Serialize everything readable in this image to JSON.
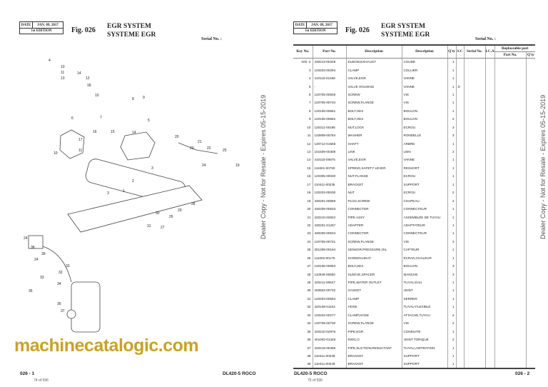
{
  "header": {
    "date_label": "DATE",
    "date": "JAN. 09, 2017",
    "edition": "1st EDITION",
    "fig": "Fig. 026",
    "title_en": "EGR SYSTEM",
    "title_fr": "SYSTEME EGR",
    "serial": "Serial No. :"
  },
  "columns": {
    "key": "Key No.",
    "part": "Part No.",
    "desc": "Description",
    "desc_fr": "Description",
    "qty": "Q'ty",
    "sc": "S.C",
    "serial": "Serial No.",
    "ica": "I.C.A",
    "replaceable": "Replaceable part",
    "rep_part": "Part No.",
    "rep_qty": "Q'ty"
  },
  "rows": [
    [
      "026 -2",
      "430213-00349",
      "ELBOW,EXHAUST",
      "COUDE",
      "1",
      ""
    ],
    [
      "3",
      "120203-00294",
      "CLAMP",
      "COLLIER",
      "1",
      ""
    ],
    [
      "4",
      "410116-01468",
      "VALVE,EGR",
      "VANNE",
      "1",
      ""
    ],
    [
      "5",
      "-",
      "VALVE HOUSING",
      "VANNE",
      "1",
      "D"
    ],
    [
      "6",
      "120705-00836",
      "SCREW",
      "VIS",
      "1",
      ""
    ],
    [
      "7",
      "120705-00734",
      "SCREW,FLANGE",
      "VIS",
      "1",
      ""
    ],
    [
      "8",
      "120106-00661",
      "BOLT,HEX",
      "BOULON",
      "1",
      ""
    ],
    [
      "9",
      "120106-00662",
      "BOLT,HEX",
      "BOULON",
      "2",
      ""
    ],
    [
      "10",
      "120311-00195",
      "NUT,LOCK",
      "ECROU",
      "3",
      ""
    ],
    [
      "11",
      "120808-00784",
      "WASHER",
      "RONDELLE",
      "3",
      ""
    ],
    [
      "12",
      "130712-01558",
      "SHAFT",
      "ARBRE",
      "1",
      ""
    ],
    [
      "13",
      "101509-00309",
      "LINK",
      "LIEN",
      "2",
      ""
    ],
    [
      "14",
      "410116-00875",
      "VALVE,EGR",
      "VANNE",
      "1",
      ""
    ],
    [
      "15",
      "111601-00760",
      "SPRING,SAFETY LEVER",
      "RESSORT",
      "1",
      ""
    ],
    [
      "16",
      "120305-00030",
      "NUT,FLANGE",
      "ECROU",
      "1",
      ""
    ],
    [
      "17",
      "110411-00235",
      "BRACKET",
      "SUPPORT",
      "1",
      ""
    ],
    [
      "18",
      "120203-00030",
      "NUT",
      "ECROU",
      "2",
      ""
    ],
    [
      "19",
      "430201-00589",
      "PLUG,SCREW",
      "CHAPEAU",
      "2",
      ""
    ],
    [
      "20",
      "430208-00533",
      "CONNECTER",
      "CONNECTEUR",
      "1",
      ""
    ],
    [
      "21",
      "420210-02822",
      "PIPE ASSY",
      "ASSEMBLÉE DE TUYAU",
      "1",
      ""
    ],
    [
      "22",
      "430201-01267",
      "ADAPTER",
      "ADAPTATEUR",
      "1",
      ""
    ],
    [
      "23",
      "430208-00534",
      "CONNECTER",
      "CONNECTEUR",
      "1",
      ""
    ],
    [
      "24",
      "120705-00731",
      "SCREW,FLANGE",
      "VIS",
      "3",
      ""
    ],
    [
      "25",
      "301309-00164",
      "SENSOR,PRESSURE,OIL",
      "CAPTEUR",
      "1",
      ""
    ],
    [
      "26",
      "111002-00175",
      "SCREEN,HEAT",
      "ÉCRAN,CHALEUR",
      "1",
      ""
    ],
    [
      "27",
      "120106-00653",
      "BOLT,HEX",
      "BOULON",
      "3",
      ""
    ],
    [
      "28",
      "110949-00650",
      "SLEEVE,SPACER",
      "MANCHE",
      "3",
      ""
    ],
    [
      "29",
      "420211-00647",
      "PIPE,WATER OUTLET",
      "TUYAU,EAU",
      "1",
      ""
    ],
    [
      "30",
      "400602-00732",
      "GASKET",
      "JOINT",
      "1",
      ""
    ],
    [
      "31",
      "120203-00594",
      "CLAMP",
      "SERRER",
      "1",
      ""
    ],
    [
      "32",
      "420108-01164",
      "HOSE",
      "TUYAU FLEXIBLE",
      "1",
      ""
    ],
    [
      "33",
      "120202-00277",
      "CLAMP,HOSE",
      "ATTACHE,TUYAU",
      "2",
      ""
    ],
    [
      "34",
      "120705-00730",
      "SCREW,FLANGE",
      "VIS",
      "2",
      ""
    ],
    [
      "35",
      "420210-02876",
      "PIPE,EGR",
      "CONDUITE",
      "1",
      ""
    ],
    [
      "36",
      "401002-01348",
      "RING,O",
      "JOINT TORIQUE",
      "2",
      ""
    ],
    [
      "37",
      "420218-00366",
      "PIPE,SUCTION,REDUCTANT",
      "TUYAU,ASPIRATION",
      "1",
      ""
    ],
    [
      "38",
      "110411-00238",
      "BRACKET",
      "SUPPORT",
      "1",
      ""
    ],
    [
      "39",
      "110411-00249",
      "BRACKET",
      "SUPPORT",
      "1",
      ""
    ]
  ],
  "callouts": [
    "4",
    "10",
    "11",
    "13",
    "14",
    "12",
    "18",
    "10",
    "9",
    "8",
    "6",
    "7",
    "5",
    "16",
    "15",
    "14",
    "17",
    "11",
    "10",
    "20",
    "21",
    "23",
    "22",
    "25",
    "19",
    "3",
    "2",
    "1",
    "3",
    "24",
    "28",
    "26",
    "29",
    "30",
    "27",
    "31",
    "24",
    "38",
    "39",
    "24",
    "33",
    "32",
    "33",
    "34",
    "35",
    "36",
    "37"
  ],
  "footer_left": {
    "page": "026 - 1",
    "of": "74 of 596",
    "model": "DL420-5 ROCO"
  },
  "footer_right": {
    "page": "026 - 2",
    "of": "75 of 596",
    "model": "DL420-5 ROCO"
  },
  "watermark": "machinecatalogic.com",
  "dealer_notice": "Dealer Copy - Not for Resale - Expires 05-15-2019"
}
